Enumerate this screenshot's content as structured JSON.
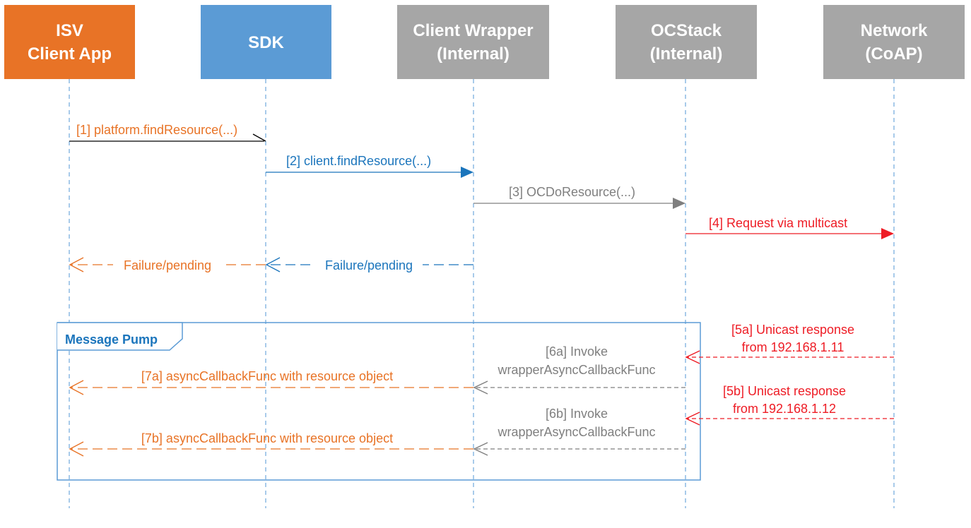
{
  "colors": {
    "orange": "#E87326",
    "blue": "#1B75BC",
    "light_blue": "#5B9BD5",
    "grey": "#A6A6A6",
    "dark_grey": "#7F7F7F",
    "red": "#EE1C25",
    "lifeline": "#6FA8DC"
  },
  "participants": [
    {
      "id": "isv",
      "lines": [
        "ISV",
        "Client App"
      ],
      "color": "#E87326"
    },
    {
      "id": "sdk",
      "lines": [
        "SDK"
      ],
      "color": "#5B9BD5"
    },
    {
      "id": "wrapper",
      "lines": [
        "Client Wrapper",
        "(Internal)"
      ],
      "color": "#A6A6A6"
    },
    {
      "id": "ocstack",
      "lines": [
        "OCStack",
        "(Internal)"
      ],
      "color": "#A6A6A6"
    },
    {
      "id": "network",
      "lines": [
        "Network",
        "(CoAP)"
      ],
      "color": "#A6A6A6"
    }
  ],
  "messages": {
    "m1": "[1] platform.findResource(...)",
    "m2": "[2] client.findResource(...)",
    "m3": "[3] OCDoResource(...)",
    "m4": "[4] Request via multicast",
    "f1": "Failure/pending",
    "f2": "Failure/pending",
    "m5a": [
      "[5a] Unicast response",
      "from 192.168.1.11"
    ],
    "m6a": [
      "[6a] Invoke",
      "wrapperAsyncCallbackFunc"
    ],
    "m7a": "[7a] asyncCallbackFunc with resource object",
    "m5b": [
      "[5b] Unicast response",
      "from 192.168.1.12"
    ],
    "m6b": [
      "[6b] Invoke",
      "wrapperAsyncCallbackFunc"
    ],
    "m7b": "[7b] asyncCallbackFunc with resource object"
  },
  "message_pump": {
    "label": "Message Pump"
  }
}
